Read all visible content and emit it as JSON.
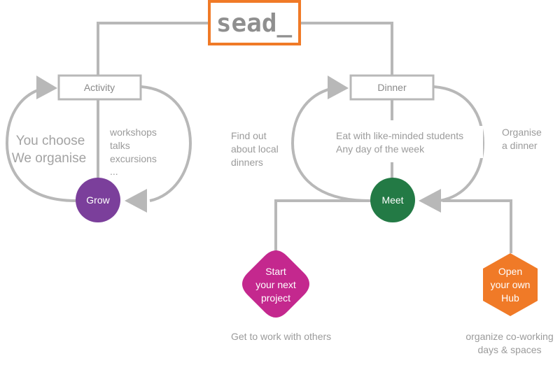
{
  "logo": {
    "text": "sead_",
    "border_color": "#f07a27"
  },
  "colors": {
    "line": "#b8b8b8",
    "grow": "#7b3f9b",
    "meet": "#237a45",
    "start": "#c4288e",
    "hub": "#f07a27",
    "text": "#9b9b9b"
  },
  "activity": {
    "box_label": "Activity",
    "left_lines": [
      "You choose",
      "We organise"
    ],
    "right_lines": [
      "workshops",
      "talks",
      "excursions",
      "..."
    ],
    "node_label": "Grow"
  },
  "dinner": {
    "box_label": "Dinner",
    "left_lines": [
      "Find out",
      "about local",
      "dinners"
    ],
    "center_lines": [
      "Eat with like-minded students",
      "Any day of the week"
    ],
    "right_lines": [
      "Organise",
      "a dinner"
    ],
    "node_label": "Meet"
  },
  "start_project": {
    "label_lines": [
      "Start",
      "your next",
      "project"
    ],
    "caption": "Get to work with others"
  },
  "hub": {
    "label_lines": [
      "Open",
      "your own",
      "Hub"
    ],
    "caption_lines": [
      "organize co-working",
      "days & spaces"
    ]
  },
  "icons": [
    "arrow-head-icon"
  ]
}
